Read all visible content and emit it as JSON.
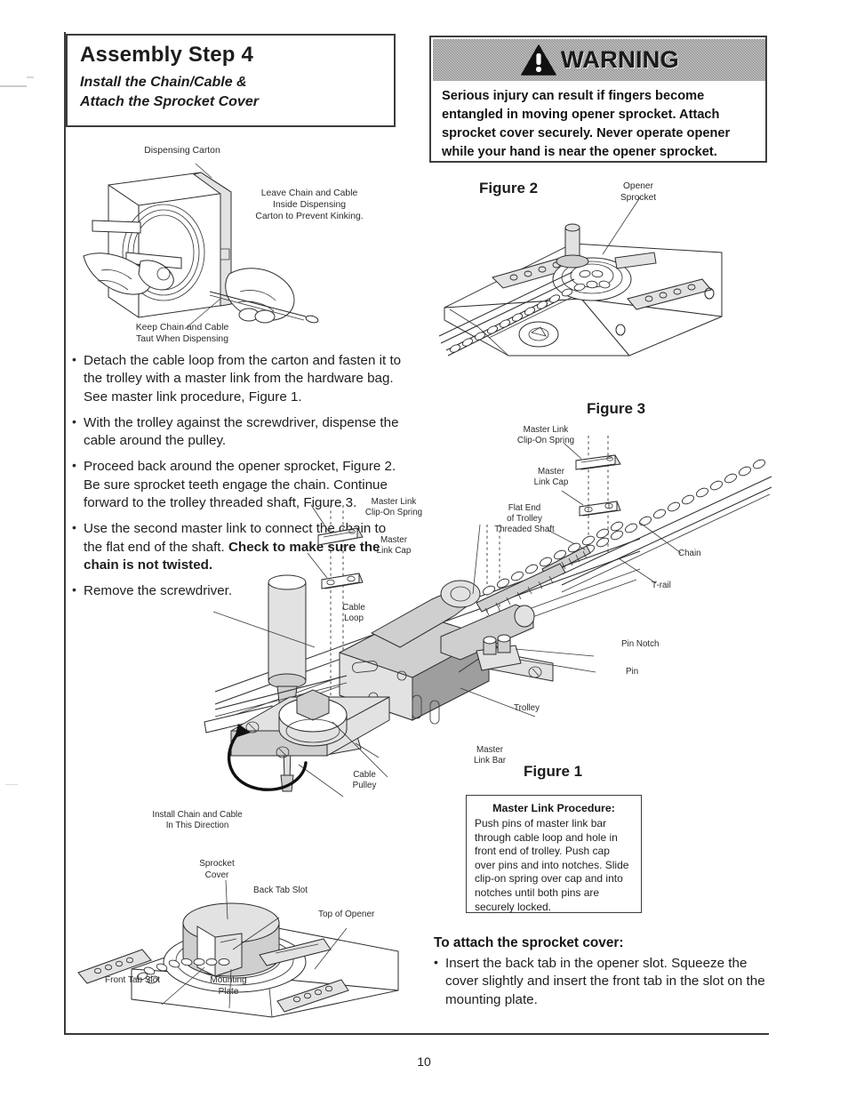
{
  "document": {
    "page_number": "10"
  },
  "header": {
    "title": "Assembly Step 4",
    "subtitle_line1": "Install the Chain/Cable &",
    "subtitle_line2": "Attach the Sprocket Cover"
  },
  "warning": {
    "label": "WARNING",
    "icon": "warning-triangle-icon",
    "text": "Serious injury can result if fingers become entangled in moving opener sprocket. Attach sprocket cover securely. Never operate opener while your hand is near the opener sprocket.",
    "band_color": "#a8a8a8",
    "border_color": "#3d3d3d"
  },
  "carton_figure": {
    "labels": {
      "dispensing_carton": "Dispensing Carton",
      "leave_chain": "Leave Chain and Cable\nInside Dispensing\nCarton to Prevent Kinking.",
      "keep_taut": "Keep Chain and Cable\nTaut When Dispensing"
    }
  },
  "instructions": {
    "bullets": [
      {
        "text": "Detach the cable loop from the carton and fasten it to the trolley with a master link from the hardware bag. See master link procedure, Figure 1.",
        "bold_suffix": ""
      },
      {
        "text": "With the trolley against the screwdriver, dispense the cable around the pulley.",
        "bold_suffix": ""
      },
      {
        "text": "Proceed back around the opener sprocket, Figure 2. Be sure sprocket teeth engage the chain. Continue forward to the trolley threaded shaft, Figure 3.",
        "bold_suffix": ""
      },
      {
        "text": "Use the second master link to connect the chain to the flat end of the shaft. ",
        "bold_suffix": "Check to make sure the chain is not twisted."
      },
      {
        "text": "Remove the screwdriver.",
        "bold_suffix": ""
      }
    ]
  },
  "figure2": {
    "caption": "Figure 2",
    "labels": {
      "opener_sprocket": "Opener\nSprocket"
    }
  },
  "figure3": {
    "caption": "Figure 3",
    "labels": {
      "master_link_clip_on_spring": "Master Link\nClip-On Spring",
      "master_link_cap": "Master\nLink Cap",
      "flat_end_of_trolley_threaded_shaft": "Flat End\nof Trolley\nThreaded Shaft",
      "chain": "Chain",
      "t_rail": "T-rail"
    }
  },
  "figure1": {
    "caption": "Figure 1",
    "labels": {
      "master_link_clip_on_spring": "Master Link\nClip-On Spring",
      "master_link_cap": "Master\nLink Cap",
      "cable_loop": "Cable\nLoop",
      "cable_pulley": "Cable\nPulley",
      "master_link_bar": "Master\nLink Bar",
      "trolley": "Trolley",
      "pin_notch": "Pin Notch",
      "pin": "Pin",
      "install_direction": "Install Chain and Cable\nIn This Direction"
    }
  },
  "master_link_procedure": {
    "title": "Master Link Procedure:",
    "body": "Push pins of master link bar through cable loop and hole in front end of trolley. Push cap over pins and into notches. Slide clip-on spring over cap and into notches until both pins are securely locked."
  },
  "sprocket_cover_figure": {
    "labels": {
      "sprocket_cover": "Sprocket\nCover",
      "back_tab_slot": "Back Tab Slot",
      "top_of_opener": "Top of Opener",
      "front_tab_slot": "Front Tab Slot",
      "mounting_plate": "Mounting\nPlate"
    }
  },
  "sprocket_cover_instructions": {
    "heading": "To attach the sprocket cover:",
    "bullet": "Insert the back tab in the opener slot. Squeeze the cover slightly and insert the front tab in the slot on the mounting plate."
  }
}
